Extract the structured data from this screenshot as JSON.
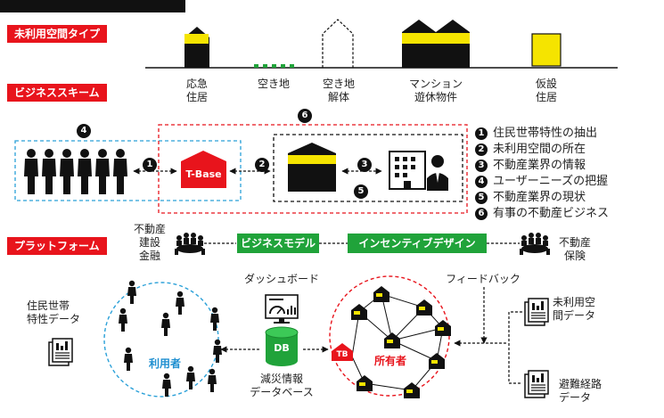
{
  "sections": {
    "vacant_types": "未利用空間タイプ",
    "business_scheme": "ビジネススキーム",
    "platform": "プラットフォーム"
  },
  "vacant_types": [
    {
      "label_1": "応急",
      "label_2": "住居"
    },
    {
      "label_1": "空き地",
      "label_2": ""
    },
    {
      "label_1": "空き地",
      "label_2": "解体"
    },
    {
      "label_1": "マンション",
      "label_2": "遊休物件"
    },
    {
      "label_1": "仮設",
      "label_2": "住居"
    }
  ],
  "scheme": {
    "tbase_label": "T-Base",
    "numbers": [
      "❶",
      "❷",
      "❸",
      "❹",
      "❺",
      "❻"
    ]
  },
  "legend": [
    {
      "num": "1",
      "text": "住民世帯特性の抽出"
    },
    {
      "num": "2",
      "text": "未利用空間の所在"
    },
    {
      "num": "3",
      "text": "不動産業界の情報"
    },
    {
      "num": "4",
      "text": "ユーザーニーズの把握"
    },
    {
      "num": "5",
      "text": "不動産業界の現状"
    },
    {
      "num": "6",
      "text": "有事の不動産ビジネス"
    }
  ],
  "platform": {
    "left_stakeholders": [
      "不動産",
      "建設",
      "金融"
    ],
    "right_stakeholders": [
      "不動産",
      "保険"
    ],
    "business_model": "ビジネスモデル",
    "incentive_design": "インセンティブデザイン",
    "dashboard": "ダッシュボード",
    "feedback": "フィードバック",
    "resident_data_1": "住民世帯",
    "resident_data_2": "特性データ",
    "users": "利用者",
    "owners": "所有者",
    "tb": "TB",
    "db": "DB",
    "disaster_db_1": "減災情報",
    "disaster_db_2": "データベース",
    "unused_data_1": "未利用空",
    "unused_data_2": "間データ",
    "evac_data_1": "避難経路",
    "evac_data_2": "データ"
  },
  "colors": {
    "red": "#e8141c",
    "green": "#20a33a",
    "yellow": "#f5e400",
    "blue_dash": "#2aa0d8"
  }
}
